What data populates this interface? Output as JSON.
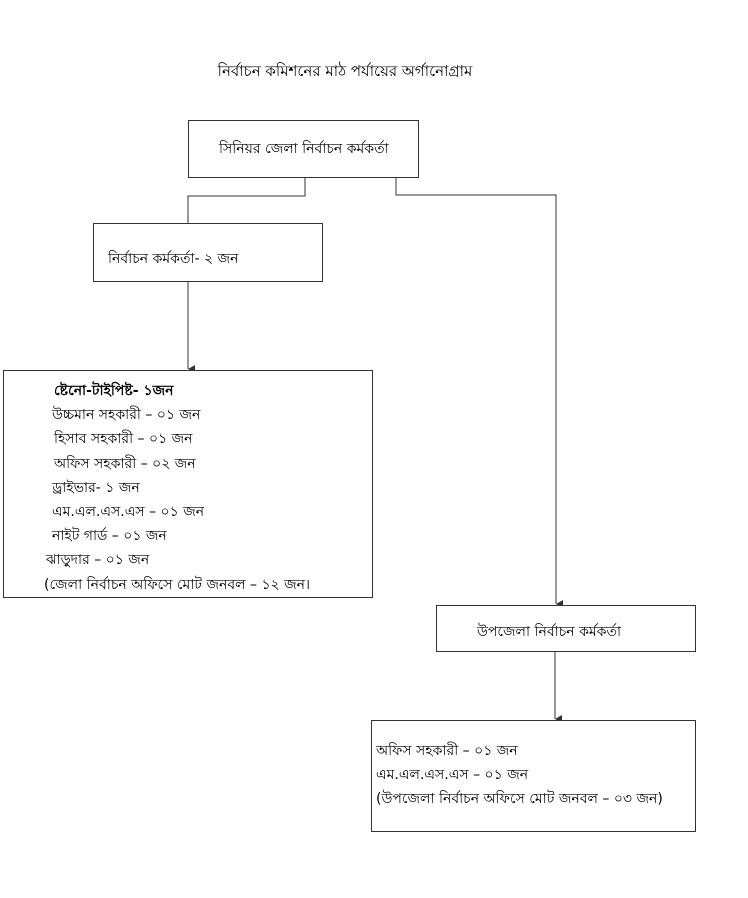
{
  "title": "নির্বাচন কমিশনের মাঠ পর্যায়ের অর্গানোগ্রাম",
  "senior_officer": "সিনিয়র জেলা নির্বাচন কর্মকর্তা",
  "election_officer": "নির্বাচন কর্মকর্তা- ২ জন",
  "district_staff": [
    "ষ্টেনো-টাইপিষ্ট- ১জন",
    "উচ্চমান সহকারী – ০১ জন",
    "হিসাব সহকারী – ০১ জন",
    "অফিস সহকারী – ০২ জন",
    "ড্রাইভার- ১ জন",
    "এম.এল.এস.এস – ০১ জন",
    "নাইট গার্ড – ০১ জন",
    "ঝাড়ুদার – ০১ জন",
    "(জেলা নির্বাচন অফিসে মোট জনবল –  ১২ জন।"
  ],
  "upazila_officer": "উপজেলা নির্বাচন কর্মকর্তা",
  "upazila_staff": [
    "অফিস সহকারী – ০১ জন",
    "এম.এল.এস.এস – ০১ জন",
    "(উপজেলা নির্বাচন অফিসে মোট জনবল – ০৩ জন)"
  ]
}
